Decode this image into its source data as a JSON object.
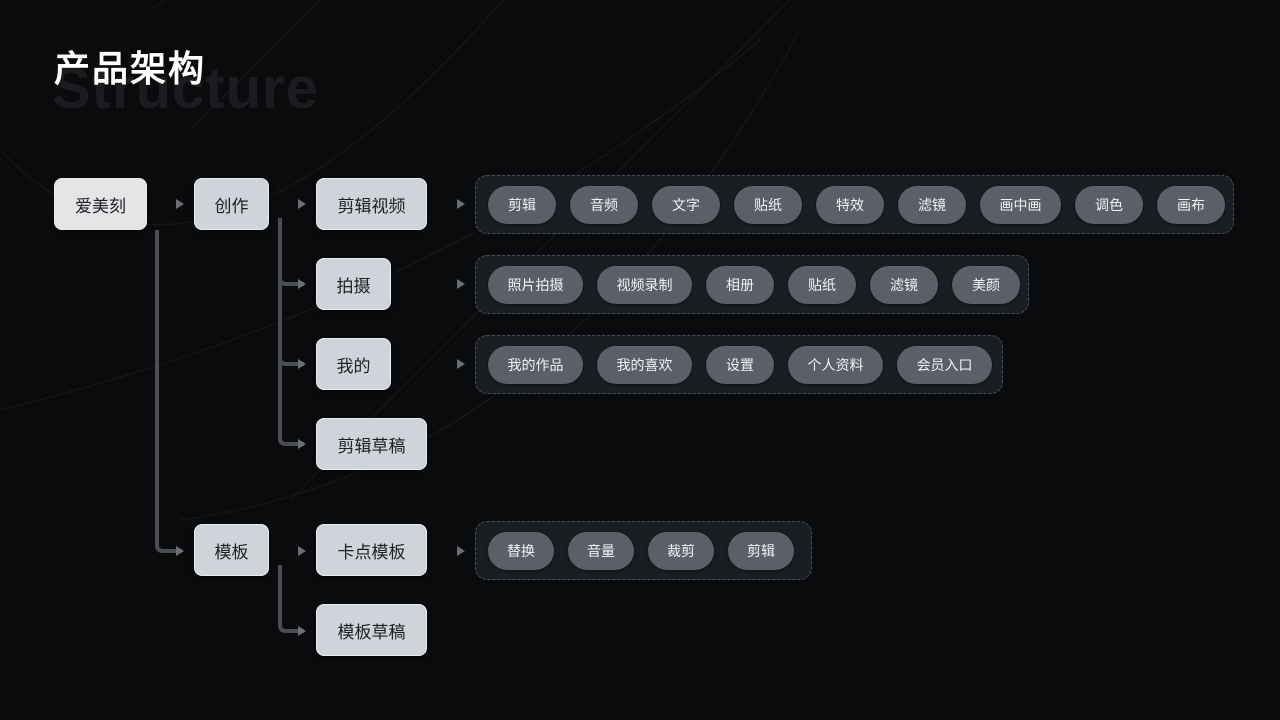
{
  "header": {
    "title": "产品架构",
    "subtitle_watermark": "Structure"
  },
  "colors": {
    "background": "#0a0b0d",
    "node_fill": "#cfd3da",
    "root_fill": "#e4e5e7",
    "group_fill": "#1a1d21",
    "pill_fill": "#5a5f68",
    "connector": "#5c5f65"
  },
  "tree": {
    "root": {
      "label": "爱美刻"
    },
    "level1": [
      {
        "label": "创作"
      },
      {
        "label": "模板"
      }
    ],
    "level2_create": [
      {
        "label": "剪辑视频"
      },
      {
        "label": "拍摄"
      },
      {
        "label": "我的"
      },
      {
        "label": "剪辑草稿"
      }
    ],
    "level2_template": [
      {
        "label": "卡点模板"
      },
      {
        "label": "模板草稿"
      }
    ]
  },
  "groups": {
    "edit_video": [
      "剪辑",
      "音频",
      "文字",
      "贴纸",
      "特效",
      "滤镜",
      "画中画",
      "调色",
      "画布"
    ],
    "shoot": [
      "照片拍摄",
      "视频录制",
      "相册",
      "贴纸",
      "滤镜",
      "美颜"
    ],
    "mine": [
      "我的作品",
      "我的喜欢",
      "设置",
      "个人资料",
      "会员入口"
    ],
    "beat_template": [
      "替换",
      "音量",
      "裁剪",
      "剪辑"
    ]
  }
}
